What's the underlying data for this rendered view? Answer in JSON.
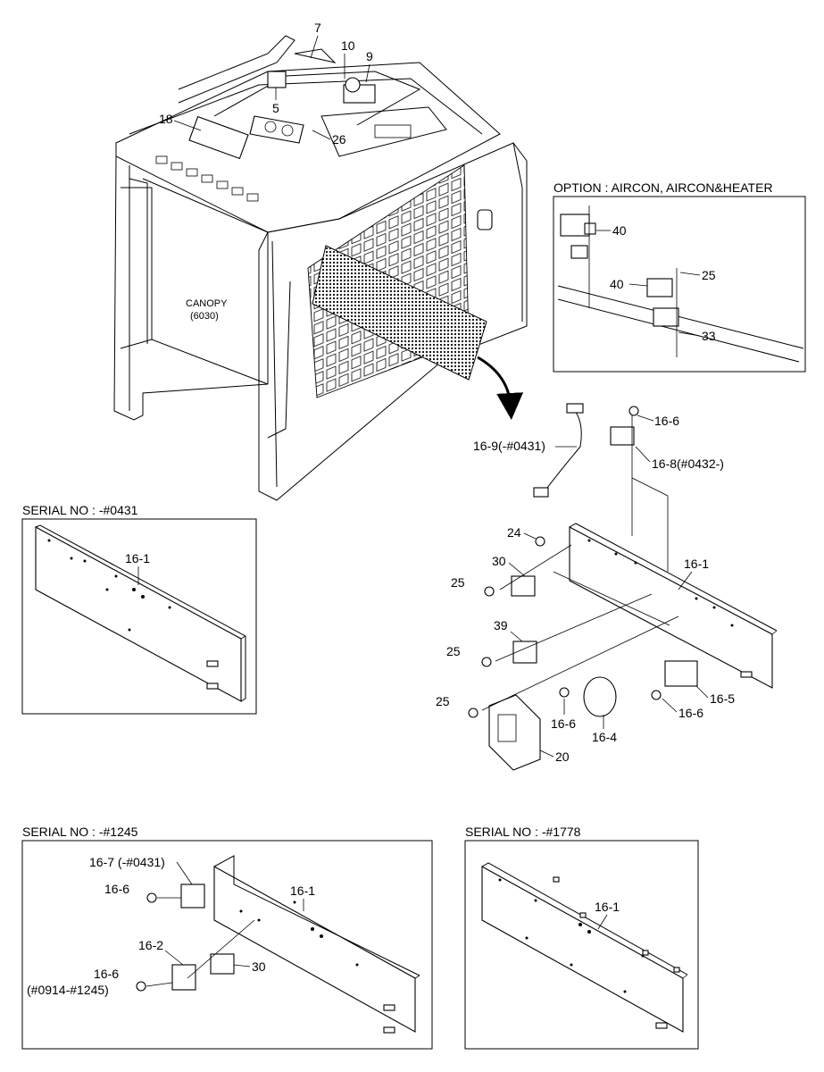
{
  "canopy": {
    "name": "CANOPY",
    "code": "(6030)"
  },
  "top_callouts": [
    "7",
    "10",
    "9",
    "5",
    "18",
    "26"
  ],
  "option_box": {
    "title": "OPTION : AIRCON, AIRCON&HEATER",
    "callouts": [
      "40",
      "40",
      "25",
      "33"
    ]
  },
  "serial_box_1": {
    "title": "SERIAL NO : -#0431",
    "callouts": [
      "16-1"
    ]
  },
  "serial_box_2": {
    "title": "SERIAL NO : -#1245",
    "callouts": [
      "16-7 (-#0431)",
      "16-6",
      "16-1",
      "16-2",
      "16-6",
      "(#0914-#1245)",
      "30"
    ]
  },
  "serial_box_3": {
    "title": "SERIAL NO : -#1778",
    "callouts": [
      "16-1"
    ]
  },
  "main_assembly": {
    "callouts": [
      "16-6",
      "16-9(-#0431)",
      "16-8(#0432-)",
      "24",
      "30",
      "16-1",
      "25",
      "39",
      "25",
      "25",
      "16-6",
      "16-4",
      "16-5",
      "16-6",
      "20"
    ]
  }
}
